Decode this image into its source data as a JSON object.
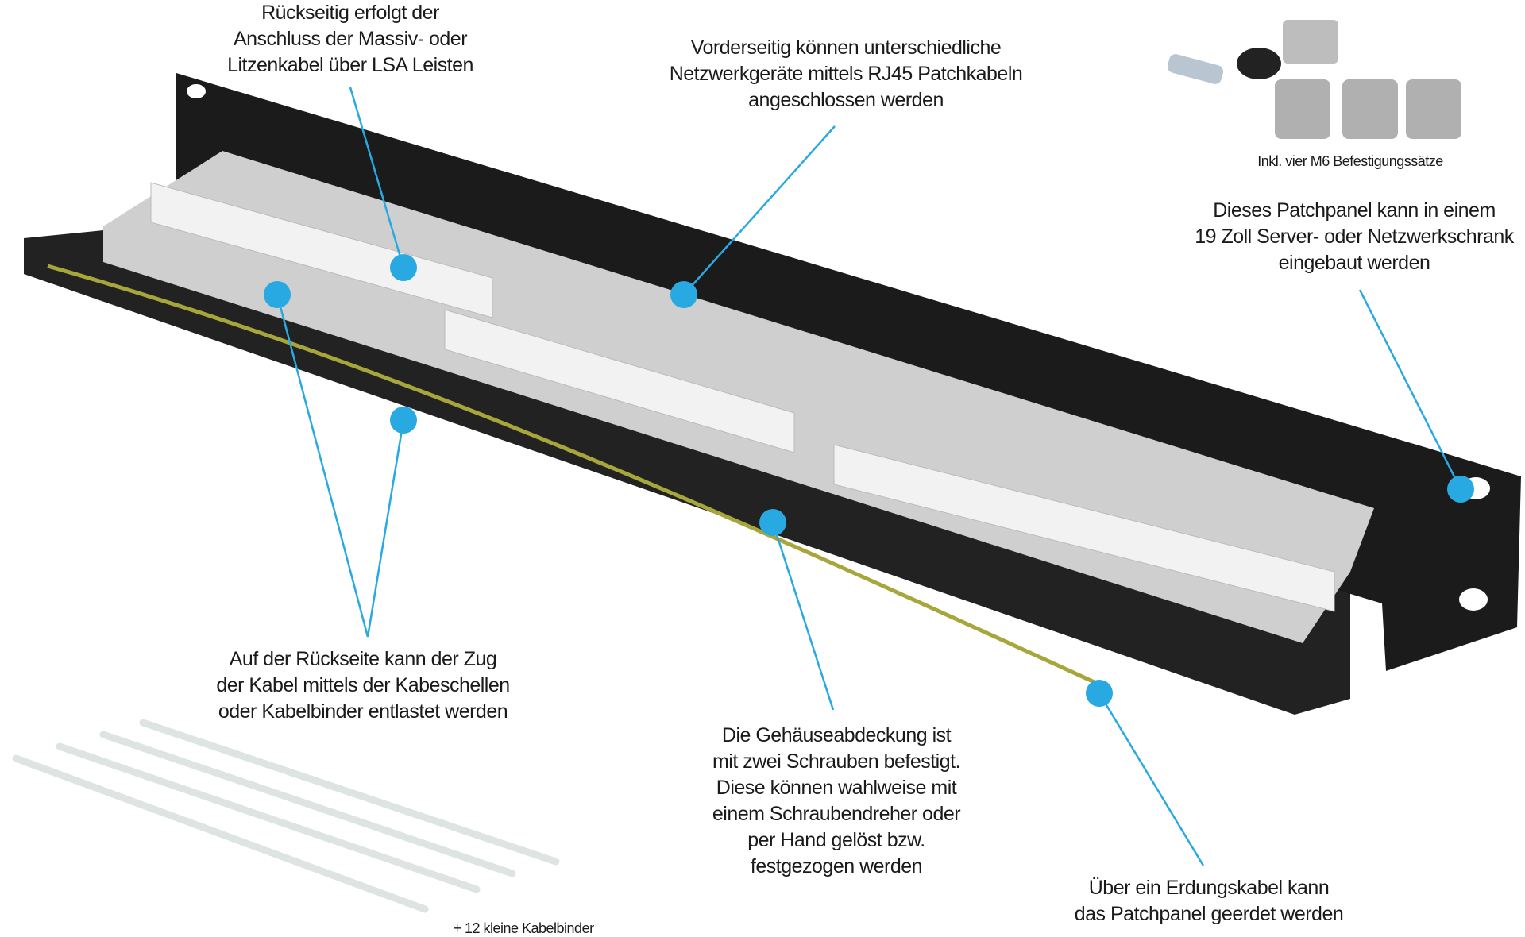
{
  "labels": {
    "rear_lsa": [
      "Rückseitig erfolgt der",
      "Anschluss der Massiv- oder",
      "Litzenkabel über LSA Leisten"
    ],
    "front_rj45": [
      "Vorderseitig können unterschiedliche",
      "Netzwerkgeräte mittels RJ45 Patchkabeln",
      "angeschlossen werden"
    ],
    "fixing_sets": "Inkl. vier M6 Befestigungssätze",
    "rack_mount": [
      "Dieses Patchpanel kann in einem",
      "19 Zoll Server- oder Netzwerkschrank",
      "eingebaut werden"
    ],
    "strain_relief": [
      "Auf der Rückseite kann der Zug",
      "der Kabel mittels der Kabeschellen",
      "oder Kabelbinder entlastet werden"
    ],
    "cover": [
      "Die Gehäuseabdeckung ist",
      "mit zwei Schrauben befestigt.",
      "Diese können wahlweise mit",
      "einem Schraubendreher oder",
      "per Hand gelöst bzw.",
      "festgezogen werden"
    ],
    "grounding": [
      "Über ein Erdungskabel kann",
      "das Patchpanel geerdet werden"
    ],
    "cable_ties": "+ 12 kleine Kabelbinder"
  },
  "colors": {
    "accent": "#29a9e1",
    "panel": "#1b1b1b",
    "module": "#d9d9d9"
  }
}
